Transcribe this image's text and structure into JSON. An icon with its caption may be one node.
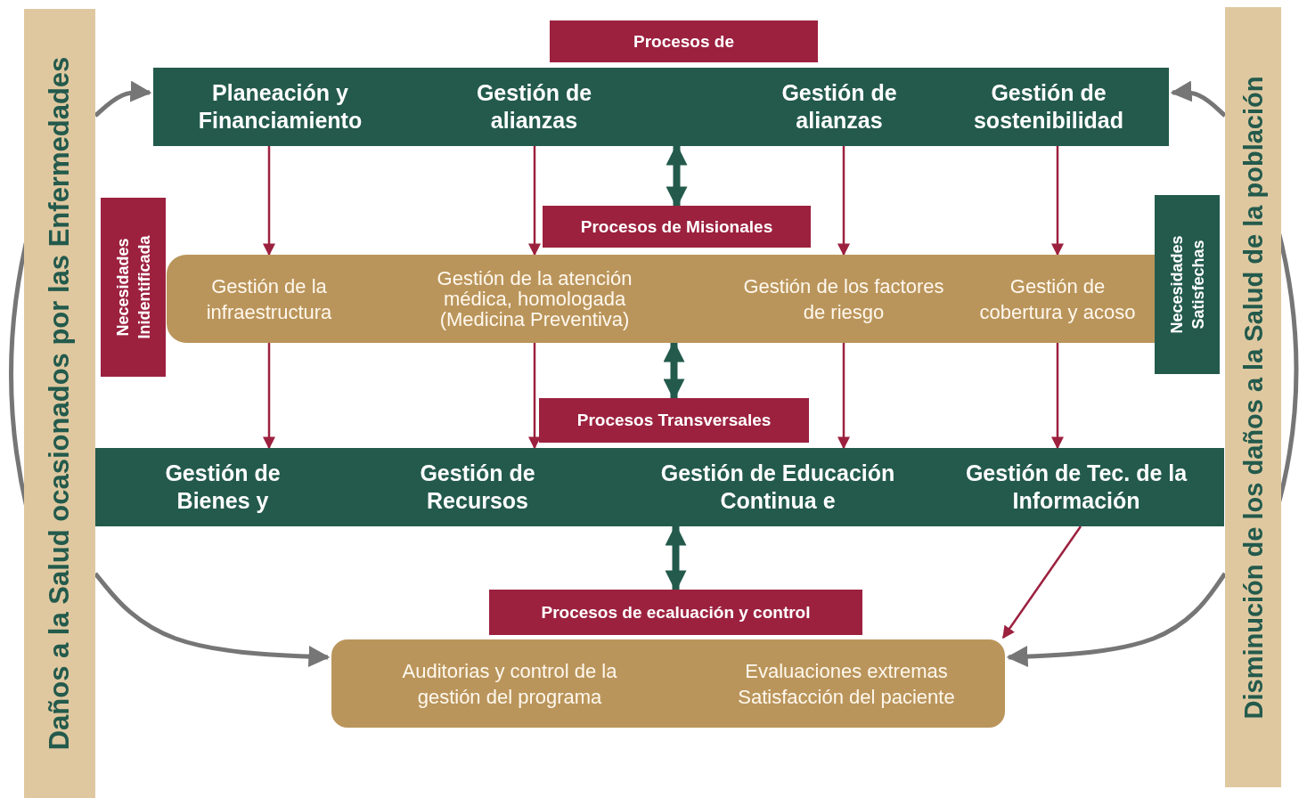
{
  "diagram": {
    "nodes": [
      {
        "text": [
          "Daños a la Salud ocasionados por las Enfermedades"
        ]
      },
      {
        "text": [
          "Disminución de los daños a la Salud de la población"
        ]
      },
      {
        "text": [
          "Procesos de"
        ]
      },
      {
        "text": [],
        "shape": "bar"
      },
      {
        "text": [
          "Planeación y Financiamiento"
        ],
        "in": 3
      },
      {
        "text": [
          "Gestión de alianzas"
        ],
        "in": 3
      },
      {
        "text": [
          "Gestión de alianzas"
        ],
        "in": 3
      },
      {
        "text": [
          "Gestión de sostenibilidad"
        ],
        "in": 3
      },
      {
        "text": [
          "Procesos de Misionales"
        ]
      },
      {
        "text": [],
        "shape": "bar"
      },
      {
        "text": [
          "Gestión de la infraestructura"
        ],
        "in": 9
      },
      {
        "text": [
          "Gestión de la atención médica, homologada (Medicina Preventiva)"
        ],
        "in": 9
      },
      {
        "text": [
          "Gestión de los factores de riesgo"
        ],
        "in": 9
      },
      {
        "text": [
          "Gestión de cobertura y acoso"
        ],
        "in": 9
      },
      {
        "text": [
          "Necesidades Inidentificada"
        ]
      },
      {
        "text": [
          "Necesidades Satisfechas"
        ]
      },
      {
        "text": [
          "Procesos Transversales"
        ]
      },
      {
        "text": [],
        "shape": "bar"
      },
      {
        "text": [
          "Gestión de Bienes y"
        ],
        "in": 17
      },
      {
        "text": [
          "Gestión de Recursos"
        ],
        "in": 17
      },
      {
        "text": [
          "Gestión de Educación Continua e"
        ],
        "in": 17
      },
      {
        "text": [
          "Gestión de Tec. de la Información"
        ],
        "in": 17
      },
      {
        "text": [
          "Procesos de ecaluación y control"
        ]
      },
      {
        "text": [],
        "shape": "bar"
      },
      {
        "text": [
          "Auditorias y control de la gestión del programa"
        ],
        "in": 23
      },
      {
        "text": [
          "Evaluaciones extremas Satisfacción del paciente"
        ],
        "in": 23
      }
    ],
    "edges": [
      {
        "from": 3,
        "to": 8,
        "arrow": "both",
        "style": "thick",
        "color": "#235a4c"
      },
      {
        "from": 9,
        "to": 16,
        "arrow": "both",
        "style": "thick",
        "color": "#235a4c"
      },
      {
        "from": 17,
        "to": 22,
        "arrow": "both",
        "style": "thick",
        "color": "#235a4c"
      },
      {
        "from": 4,
        "to": 10,
        "arrow": "to"
      },
      {
        "from": 5,
        "to": 11,
        "arrow": "to"
      },
      {
        "from": 6,
        "to": 12,
        "arrow": "to"
      },
      {
        "from": 7,
        "to": 13,
        "arrow": "to"
      },
      {
        "from": 10,
        "to": 18,
        "arrow": "to"
      },
      {
        "from": 11,
        "to": 19,
        "arrow": "to"
      },
      {
        "from": 12,
        "to": 20,
        "arrow": "to"
      },
      {
        "from": 13,
        "to": 21,
        "arrow": "to"
      },
      {
        "from": 21,
        "to": 25,
        "arrow": "to"
      },
      {
        "from": 0,
        "to": 3,
        "arrow": "to",
        "style": "thick",
        "color": "#767676"
      },
      {
        "from": 0,
        "to": 23,
        "arrow": "to",
        "style": "thick",
        "color": "#767676"
      },
      {
        "from": 1,
        "to": 3,
        "arrow": "to",
        "style": "thick",
        "color": "#767676"
      },
      {
        "from": 1,
        "to": 23,
        "arrow": "to",
        "style": "thick",
        "color": "#767676"
      }
    ]
  }
}
